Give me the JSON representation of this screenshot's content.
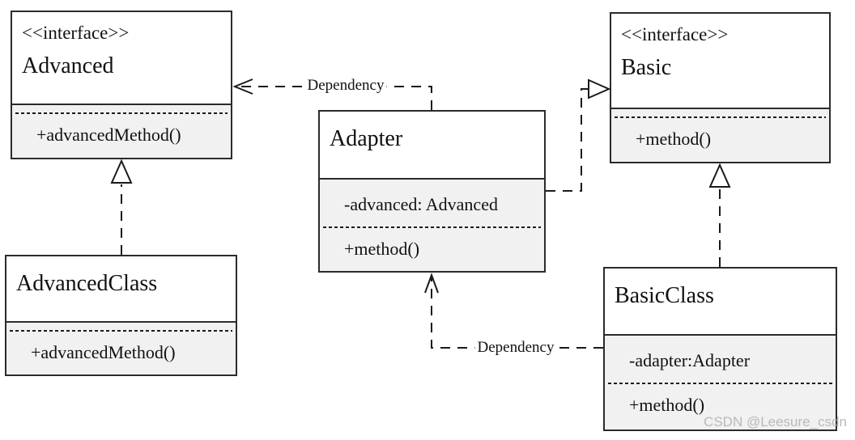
{
  "classes": [
    {
      "stereotype": "<<interface>>",
      "name": "Advanced",
      "attributes": [],
      "methods": [
        "+advancedMethod()"
      ]
    },
    {
      "stereotype": "<<interface>>",
      "name": "Basic",
      "attributes": [],
      "methods": [
        "+method()"
      ]
    },
    {
      "stereotype": "",
      "name": "Adapter",
      "attributes": [
        "-advanced: Advanced"
      ],
      "methods": [
        "+method()"
      ]
    },
    {
      "stereotype": "",
      "name": "AdvancedClass",
      "attributes": [],
      "methods": [
        "+advancedMethod()"
      ]
    },
    {
      "stereotype": "",
      "name": "BasicClass",
      "attributes": [
        "-adapter:Adapter"
      ],
      "methods": [
        "+method()"
      ]
    }
  ],
  "relationships": [
    {
      "type": "dependency",
      "label": "Dependency",
      "from": "Adapter",
      "to": "Advanced"
    },
    {
      "type": "dependency",
      "label": "Dependency",
      "from": "BasicClass",
      "to": "Adapter"
    },
    {
      "type": "realization",
      "label": "",
      "from": "AdvancedClass",
      "to": "Advanced"
    },
    {
      "type": "realization",
      "label": "",
      "from": "BasicClass",
      "to": "Basic"
    },
    {
      "type": "realization",
      "label": "",
      "from": "Adapter",
      "to": "Basic"
    }
  ],
  "watermark": "CSDN @Leesure_csdn",
  "colors": {
    "border": "#2b2b2b",
    "compartment_fill": "#f1f1f1",
    "background": "#ffffff",
    "watermark": "#b9b9b9"
  }
}
